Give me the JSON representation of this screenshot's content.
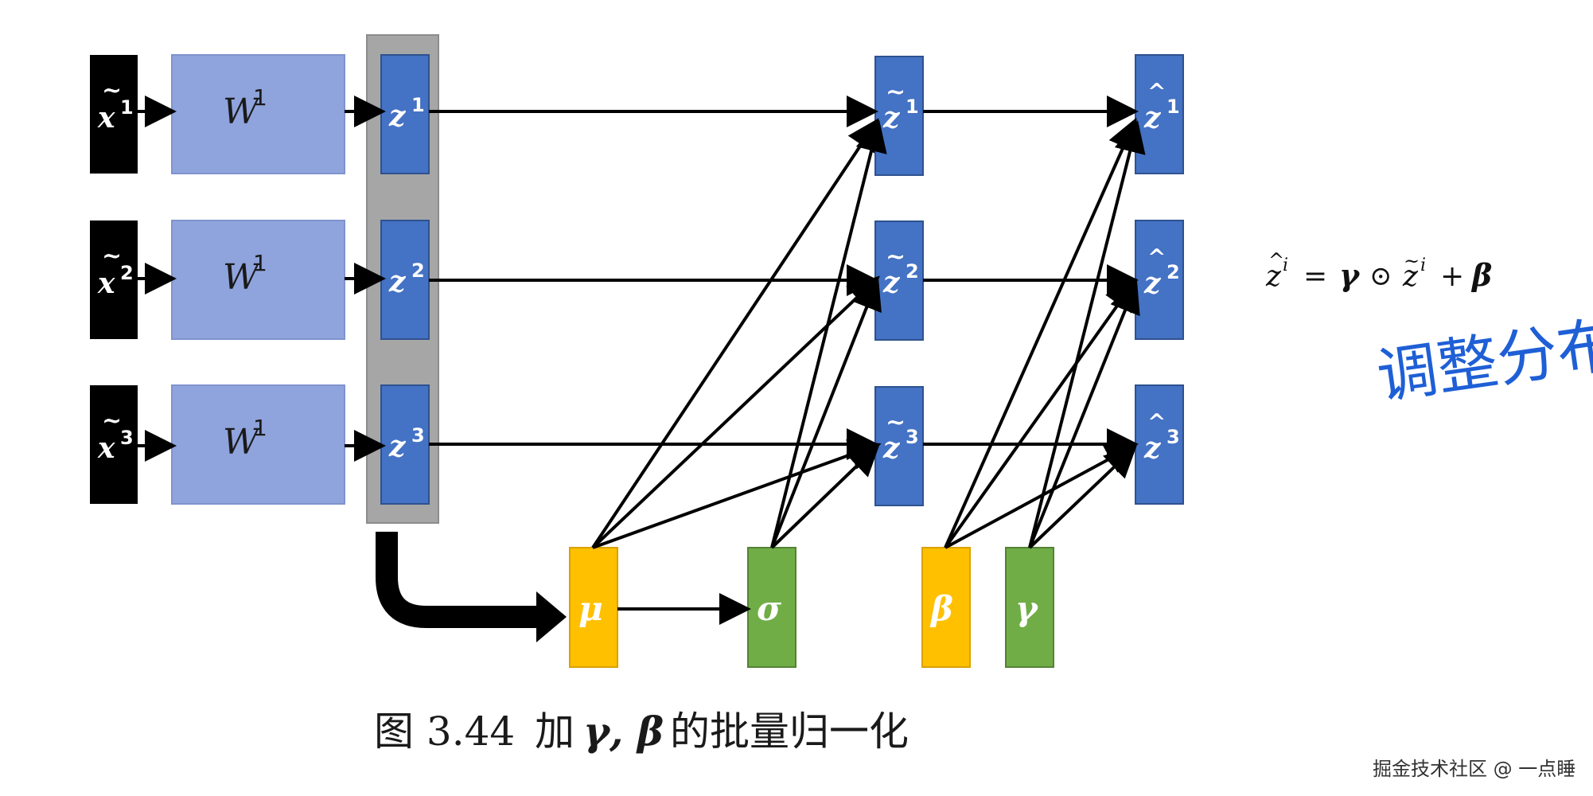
{
  "labels": {
    "x_inputs": [
      "x",
      "x",
      "x"
    ],
    "x_supers": [
      "1",
      "2",
      "3"
    ],
    "w_boxes": [
      "W",
      "W",
      "W"
    ],
    "w_supers": [
      "1",
      "1",
      "1"
    ],
    "z_boxes": [
      "z",
      "z",
      "z"
    ],
    "z_supers": [
      "1",
      "2",
      "3"
    ],
    "ztilde_boxes": [
      "z",
      "z",
      "z"
    ],
    "ztilde_supers": [
      "1",
      "2",
      "3"
    ],
    "zhat_boxes": [
      "z",
      "z",
      "z"
    ],
    "zhat_supers": [
      "1",
      "2",
      "3"
    ],
    "mu": "μ",
    "sigma": "σ",
    "beta": "β",
    "gamma": "γ"
  },
  "caption": {
    "prefix": "图 3.44",
    "mid": "加",
    "math": "γ, β",
    "suffix": "的批量归一化"
  },
  "formula": {
    "lhs_var": "z",
    "lhs_sup": "i",
    "equals": "=",
    "gamma": "γ",
    "odot": "⊙",
    "rhs_var": "z",
    "rhs_sup": "i",
    "plus": "+",
    "beta": "β"
  },
  "note": {
    "text": "调整分布"
  },
  "watermark": {
    "text": "掘金技术社区 @ 一点睡"
  },
  "colors": {
    "input_black": "#000000",
    "w_light_blue": "#8fa3dc",
    "z_blue": "#4472c4",
    "group_gray": "#a6a6a6",
    "mu_yellow": "#ffc000",
    "sigma_green": "#70ad47",
    "beta_yellow": "#ffc000",
    "gamma_green": "#70ad47",
    "note_blue": "#1f5fd6"
  }
}
